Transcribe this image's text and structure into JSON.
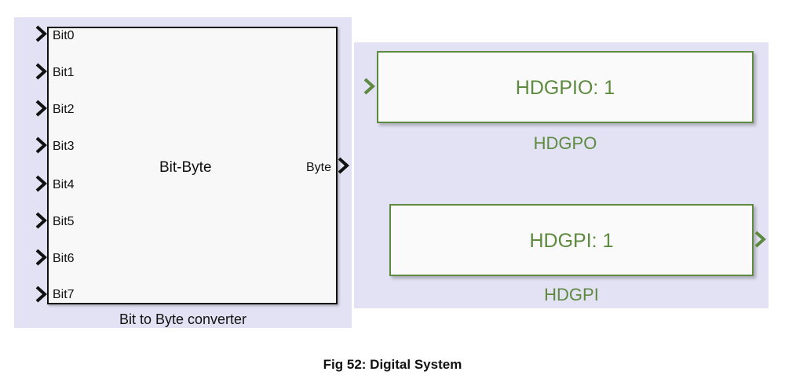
{
  "bitbyte": {
    "inputs": [
      "Bit0",
      "Bit1",
      "Bit2",
      "Bit3",
      "Bit4",
      "Bit5",
      "Bit6",
      "Bit7"
    ],
    "block_name": "Bit-Byte",
    "output": "Byte",
    "caption": "Bit to Byte converter"
  },
  "hdgpo": {
    "block_text": "HDGPIO:  1",
    "caption": "HDGPO"
  },
  "hdgpi": {
    "block_text": "HDGPI: 1",
    "caption": "HDGPI"
  },
  "figure": {
    "caption": "Fig 52: Digital System"
  },
  "colors": {
    "canvas": "#e2e2f4",
    "accent_green": "#5d8a3f"
  }
}
